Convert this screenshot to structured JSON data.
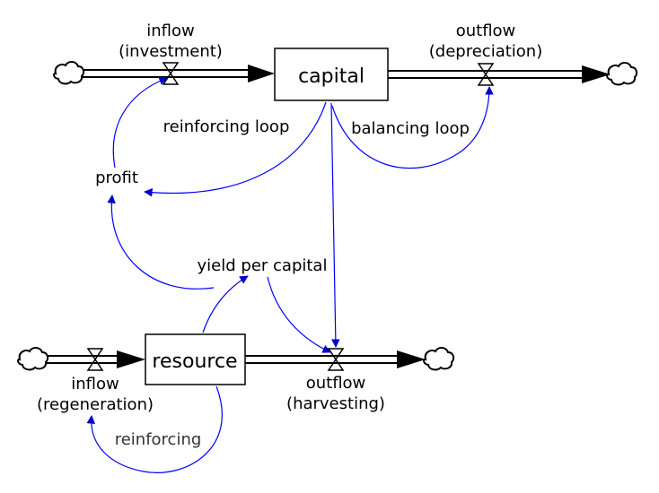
{
  "stocks": {
    "capital": "capital",
    "resource": "resource"
  },
  "flows": {
    "investment": [
      "inflow",
      "(investment)"
    ],
    "depreciation": [
      "outflow",
      "(depreciation)"
    ],
    "regeneration": [
      "inflow",
      "(regeneration)"
    ],
    "harvesting": [
      "outflow",
      "(harvesting)"
    ]
  },
  "variables": {
    "profit": "profit",
    "yield_per_capital": "yield per capital"
  },
  "loops": {
    "reinforcing_loop": "reinforcing loop",
    "balancing_loop": "balancing loop",
    "reinforcing": "reinforcing"
  },
  "colors": {
    "link": "#0000FF",
    "link_arrow": "#0000CC",
    "flow_arrow": "#000000",
    "text": "#000000"
  },
  "icons": {
    "source_sink": "cloud-icon",
    "valve": "valve-icon"
  }
}
